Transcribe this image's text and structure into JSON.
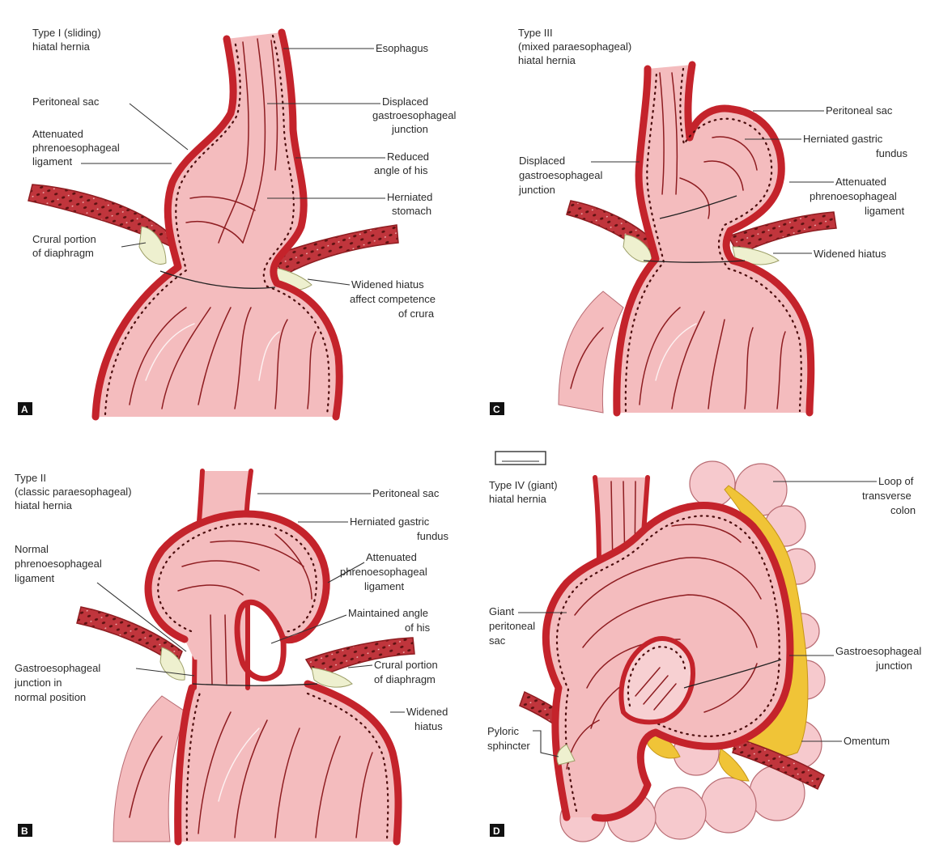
{
  "panels": {
    "A": {
      "letter": "A",
      "title": [
        "Type I (sliding)",
        "hiatal hernia"
      ],
      "labels": {
        "esophagus": "Esophagus",
        "peritoneal_sac": "Peritoneal sac",
        "attenuated": [
          "Attenuated",
          "phrenoesophageal",
          "ligament"
        ],
        "displaced": [
          "Displaced",
          "gastroesophageal",
          "junction"
        ],
        "reduced": [
          "Reduced",
          "angle of his"
        ],
        "herniated": [
          "Herniated",
          "stomach"
        ],
        "crural": [
          "Crural portion",
          "of diaphragm"
        ],
        "widened": [
          "Widened hiatus",
          "affect competence",
          "of crura"
        ]
      }
    },
    "B": {
      "letter": "B",
      "title": [
        "Type II",
        "(classic paraesophageal)",
        "hiatal hernia"
      ],
      "labels": {
        "peritoneal_sac": "Peritoneal sac",
        "herniated_fundus": [
          "Herniated gastric",
          "fundus"
        ],
        "normal_ligament": [
          "Normal",
          "phrenoesophageal",
          "ligament"
        ],
        "attenuated": [
          "Attenuated",
          "phrenoesophageal",
          "ligament"
        ],
        "maintained": [
          "Maintained angle",
          "of his"
        ],
        "ge_junction": [
          "Gastroesophageal",
          "junction in",
          "normal position"
        ],
        "crural": [
          "Crural portion",
          "of diaphragm"
        ],
        "widened": [
          "Widened",
          "hiatus"
        ]
      }
    },
    "C": {
      "letter": "C",
      "title": [
        "Type III",
        "(mixed paraesophageal)",
        "hiatal hernia"
      ],
      "labels": {
        "peritoneal_sac": "Peritoneal sac",
        "herniated_fundus": [
          "Herniated gastric",
          "fundus"
        ],
        "displaced": [
          "Displaced",
          "gastroesophageal",
          "junction"
        ],
        "attenuated": [
          "Attenuated",
          "phrenoesophageal",
          "ligament"
        ],
        "widened": "Widened hiatus"
      }
    },
    "D": {
      "letter": "D",
      "title": [
        "Type IV (giant)",
        "hiatal hernia"
      ],
      "labels": {
        "loop": [
          "Loop of",
          "transverse",
          "colon"
        ],
        "giant_sac": [
          "Giant",
          "peritoneal",
          "sac"
        ],
        "ge_junction": [
          "Gastroesophageal",
          "junction"
        ],
        "pyloric": [
          "Pyloric",
          "sphincter"
        ],
        "omentum": "Omentum"
      }
    }
  },
  "colors": {
    "wall": "#c4232b",
    "mucosa": "#f4bcbe",
    "fold": "#8e1d21",
    "ligament_fat": "#eef0cf",
    "omentum": "#f0c437",
    "colon": "#f6c9cd"
  }
}
